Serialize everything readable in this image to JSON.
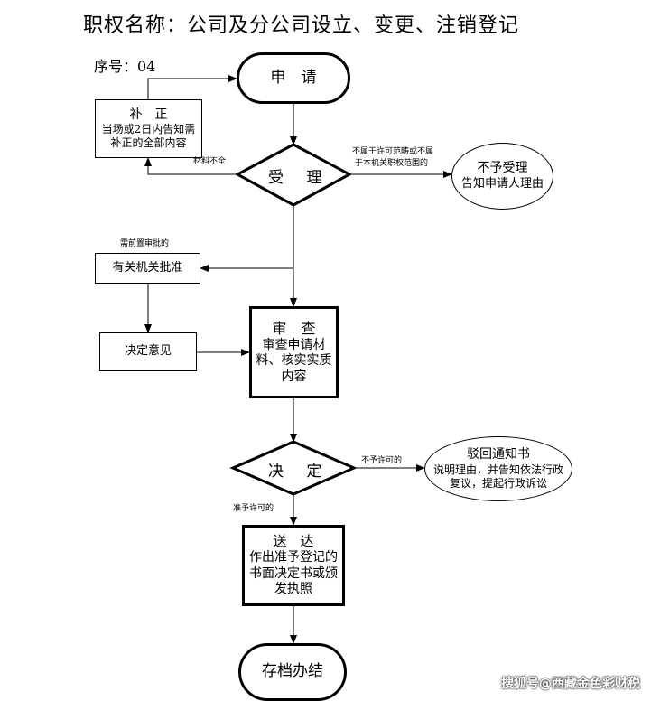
{
  "title": "职权名称：公司及分公司设立、变更、注销登记",
  "serial": "序号：04",
  "nodes": {
    "apply": "申　请",
    "supplement_title": "补　正",
    "supplement_line1": "当场或2日内告知需",
    "supplement_line2": "补正的全部内容",
    "accept": "受 理",
    "reject_title": "不予受理",
    "reject_desc": "告知申请人理由",
    "approval": "有关机关批准",
    "opinion": "决定意见",
    "review_title": "审　查",
    "review_line1": "审查申请材",
    "review_line2": "料、核实实质",
    "review_line3": "内容",
    "decide": "决 定",
    "rejection_notice_title": "驳回通知书",
    "rejection_notice_line1": "说明理由，并告知依法行政",
    "rejection_notice_line2": "复议，提起行政诉讼",
    "deliver_title": "送　达",
    "deliver_line1": "作出准予登记的",
    "deliver_line2": "书面决定书或颁",
    "deliver_line3": "发执照",
    "archive": "存档办结"
  },
  "edge_labels": {
    "incomplete": "材料不全",
    "out_of_scope_line1": "不属于许可范畴或不属",
    "out_of_scope_line2": "于本机关职权范围的",
    "pre_approval": "需前置审批的",
    "not_permitted": "不予许可的",
    "permitted": "准予许可的"
  },
  "watermark": "搜狐号@西藏金色彩财税"
}
